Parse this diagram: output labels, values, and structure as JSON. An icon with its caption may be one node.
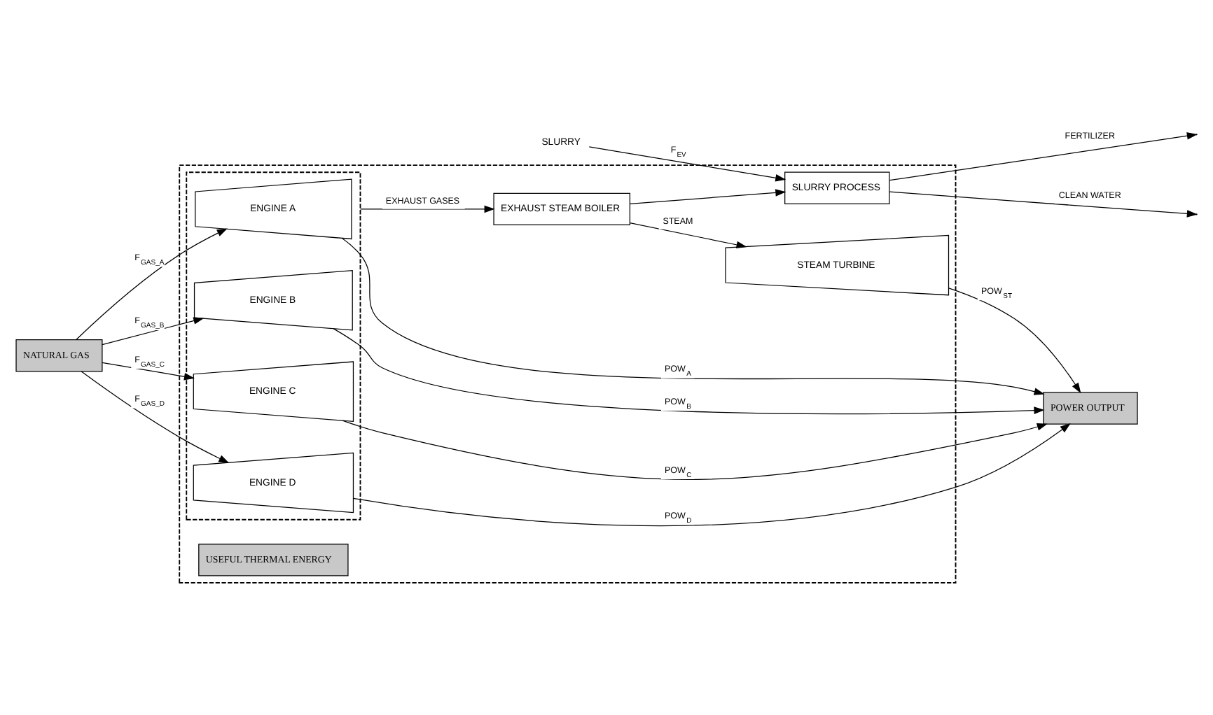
{
  "diagram": {
    "nodes": [
      {
        "text": [],
        "shape": "box"
      },
      {
        "text": [],
        "shape": "box",
        "in": 0
      },
      {
        "text": [
          "SLURRY PROCESS"
        ],
        "in": 0
      },
      {
        "text": [
          "USEFUL THERMAL ENERGY"
        ],
        "in": 0
      },
      {
        "text": [
          "EXHAUST STEAM BOILER"
        ],
        "in": 0
      },
      {
        "text": [
          "NATURAL GAS"
        ]
      },
      {
        "text": [
          "ENGINE A"
        ],
        "in": 1
      },
      {
        "text": [
          "ENGINE B"
        ],
        "in": 1
      },
      {
        "text": [
          "ENGINE C"
        ],
        "in": 1
      },
      {
        "text": [
          "ENGINE D"
        ],
        "in": 1
      },
      {
        "text": [
          "STEAM TURBINE"
        ],
        "in": 0
      },
      {
        "text": [
          "POWER OUTPUT"
        ]
      },
      {
        "text": [
          "SLURRY"
        ]
      }
    ],
    "edges": [
      {
        "from": 12,
        "to": 2,
        "arrow": "to",
        "label": "F$_{EV}$"
      },
      {
        "from": 2,
        "to": null,
        "arrow": "to",
        "label": "FERTILIZER"
      },
      {
        "from": 2,
        "to": null,
        "arrow": "to",
        "label": "CLEAN WATER"
      },
      {
        "from": 5,
        "to": 6,
        "arrow": "to",
        "label": "F$_{GAS_A}$"
      },
      {
        "from": 5,
        "to": 7,
        "arrow": "to",
        "label": "F$_{GAS_B}$"
      },
      {
        "from": 5,
        "to": 8,
        "arrow": "to",
        "label": "F$_{GAS_C}$"
      },
      {
        "from": 5,
        "to": 9,
        "arrow": "to",
        "label": "F$_{GAS_D}$"
      },
      {
        "from": 1,
        "to": 4,
        "arrow": "to",
        "label": "EXHAUST GASES"
      },
      {
        "from": 4,
        "to": 2,
        "arrow": "to"
      },
      {
        "from": 4,
        "to": 10,
        "arrow": "to",
        "label": "STEAM"
      },
      {
        "from": 6,
        "to": 11,
        "arrow": "to",
        "label": "POW$_{A}$"
      },
      {
        "from": 7,
        "to": 11,
        "arrow": "to",
        "label": "POW$_{B}$"
      },
      {
        "from": 8,
        "to": 11,
        "arrow": "to",
        "label": "POW$_{C}$"
      },
      {
        "from": 9,
        "to": 11,
        "arrow": "to",
        "label": "POW$_{D}$"
      },
      {
        "from": 10,
        "to": 11,
        "arrow": "to",
        "label": "POW$_{ST}$"
      }
    ]
  }
}
